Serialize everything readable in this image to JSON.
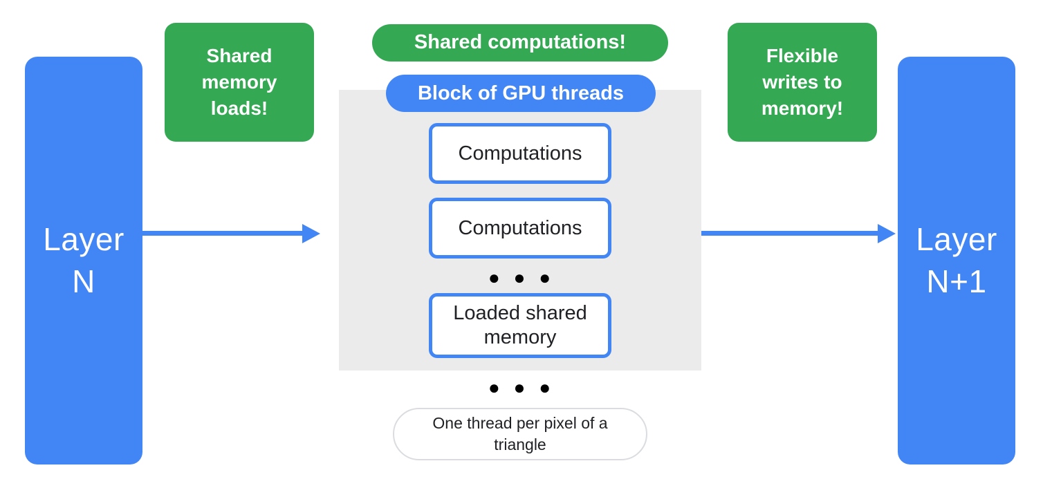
{
  "colors": {
    "blue": "#4285F4",
    "green": "#34A853",
    "gray-box": "#EBEBEB",
    "text-dark": "#202124",
    "pill-border": "#DADCE0"
  },
  "layers": {
    "left": {
      "lines": [
        "Layer",
        "N"
      ]
    },
    "right": {
      "lines": [
        "Layer",
        "N+1"
      ]
    }
  },
  "badges": {
    "shared_memory": "Shared memory loads!",
    "shared_computations": "Shared computations!",
    "flexible_writes": "Flexible writes to memory!"
  },
  "gpu_block": {
    "title": "Block of GPU threads",
    "items": [
      "Computations",
      "Computations",
      "Loaded shared memory"
    ],
    "dots": "● ● ●"
  },
  "footer": {
    "dots": "● ● ●",
    "note": "One thread per pixel of a triangle"
  }
}
